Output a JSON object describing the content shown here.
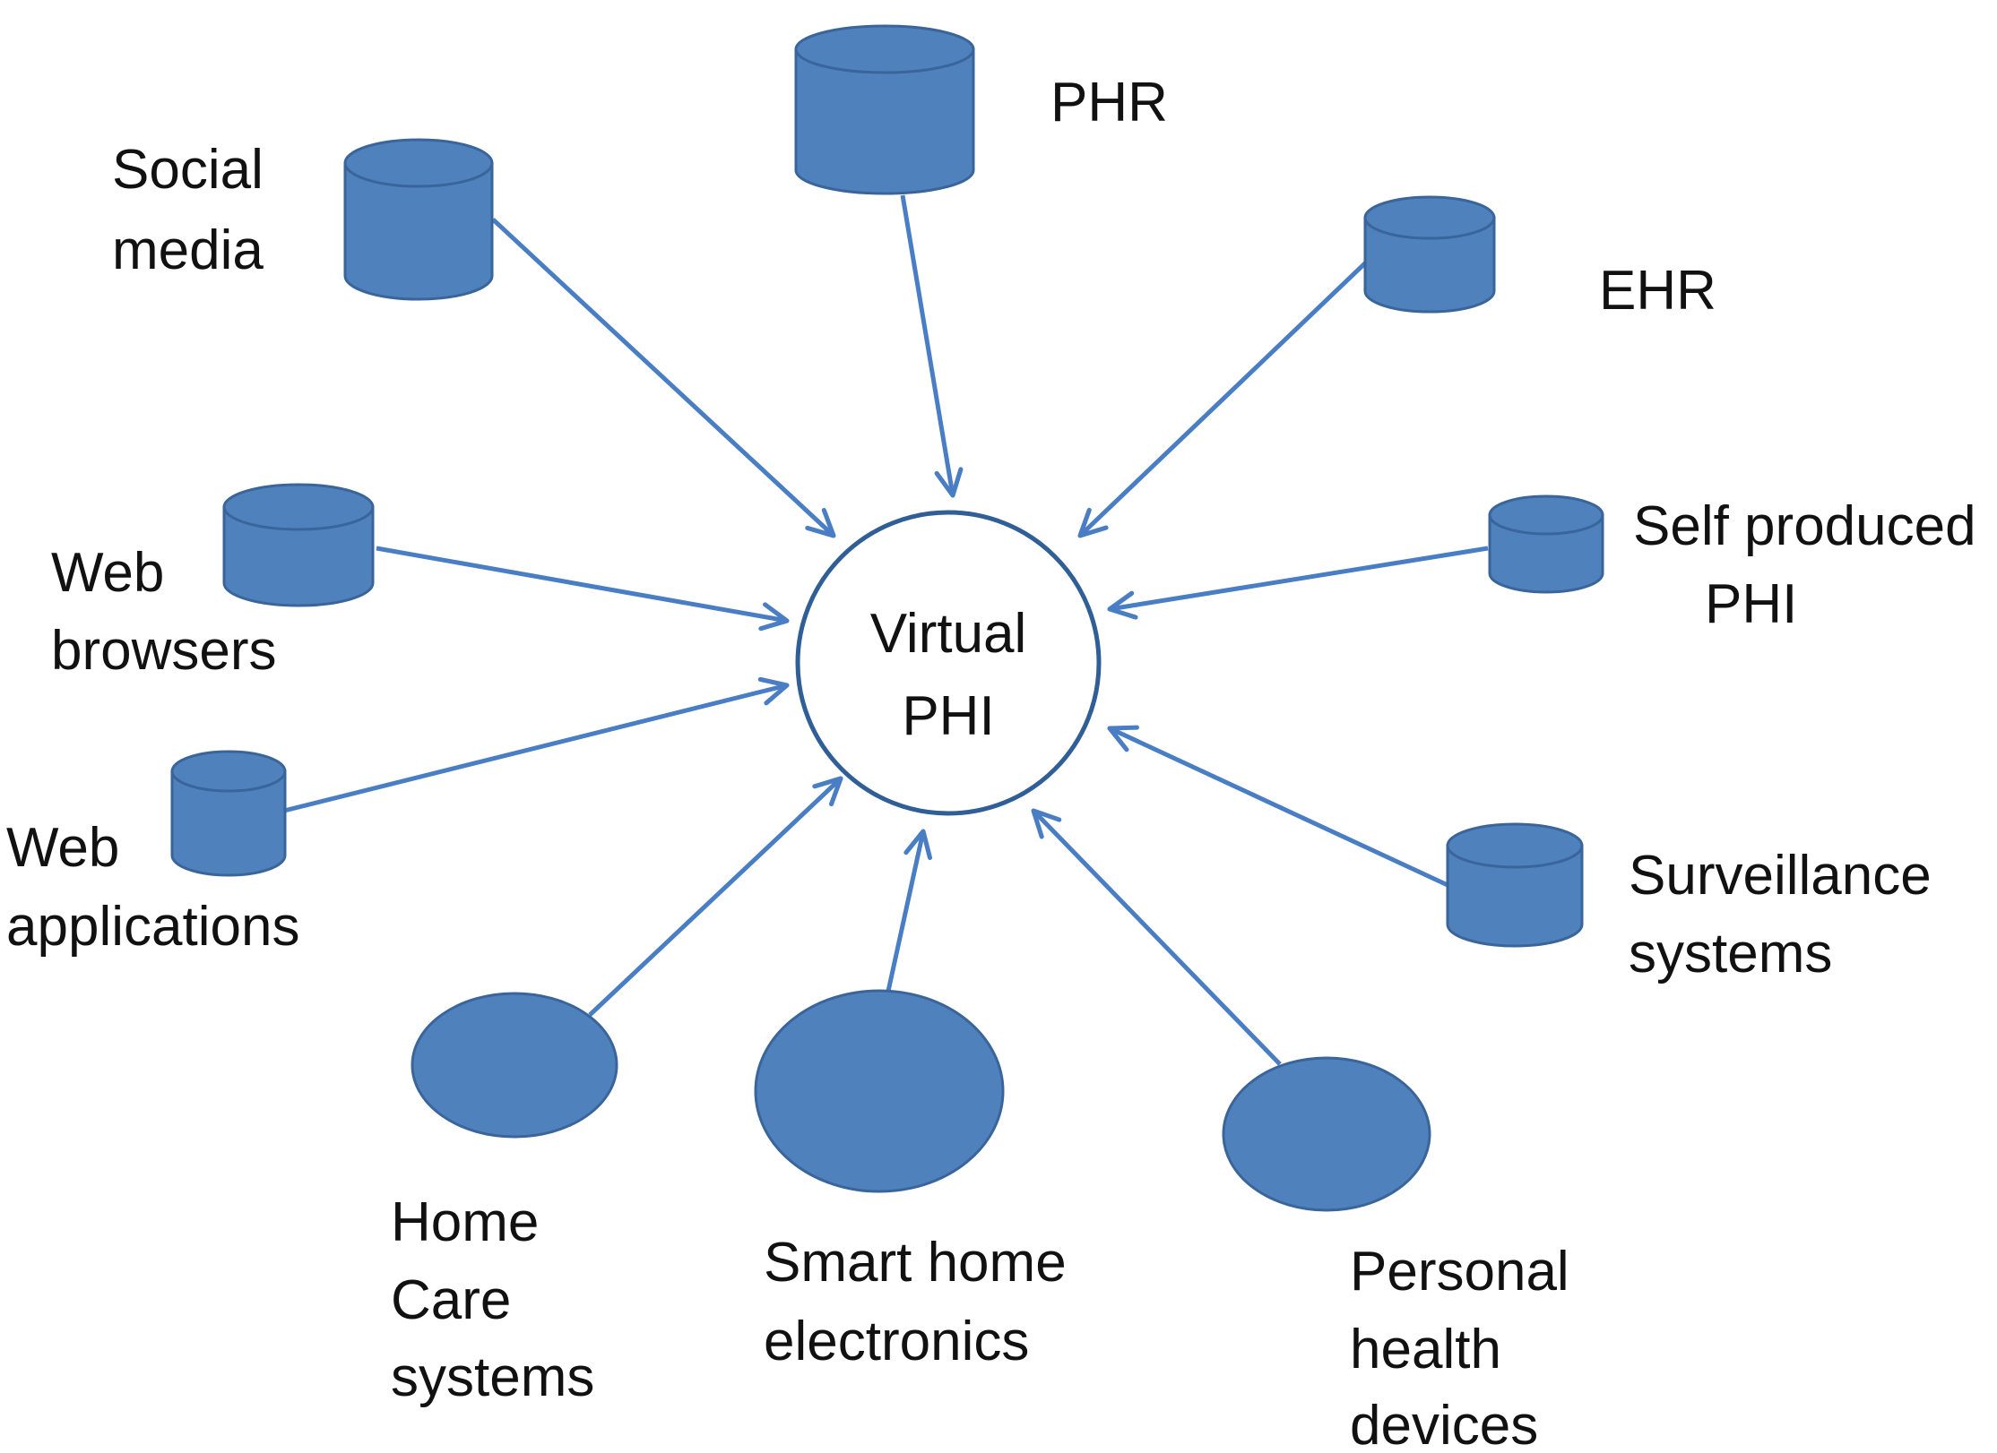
{
  "colors": {
    "node_fill": "#4f81bd",
    "node_stroke": "#3a659a",
    "arrow": "#4a7ec4",
    "center_stroke": "#2f5f96",
    "text": "#111111",
    "background": "#ffffff"
  },
  "center": {
    "line1": "Virtual",
    "line2": "PHI"
  },
  "labels": {
    "phr": "PHR",
    "social_media": {
      "line1": "Social",
      "line2": "media"
    },
    "ehr": "EHR",
    "web_browsers": {
      "line1": "Web",
      "line2": "browsers"
    },
    "self_produced": {
      "line1": "Self produced",
      "line2": "PHI"
    },
    "web_applications": {
      "line1": "Web",
      "line2": "applications"
    },
    "surveillance": {
      "line1": "Surveillance",
      "line2": "systems"
    },
    "home_care": {
      "line1": "Home",
      "line2": "Care",
      "line3": "systems"
    },
    "smart_home": {
      "line1": "Smart home",
      "line2": "electronics"
    },
    "personal_health": {
      "line1": "Personal",
      "line2": "health",
      "line3": "devices"
    }
  },
  "icons": {
    "database": "cylinder-database-icon",
    "device": "ellipse-device-icon"
  }
}
